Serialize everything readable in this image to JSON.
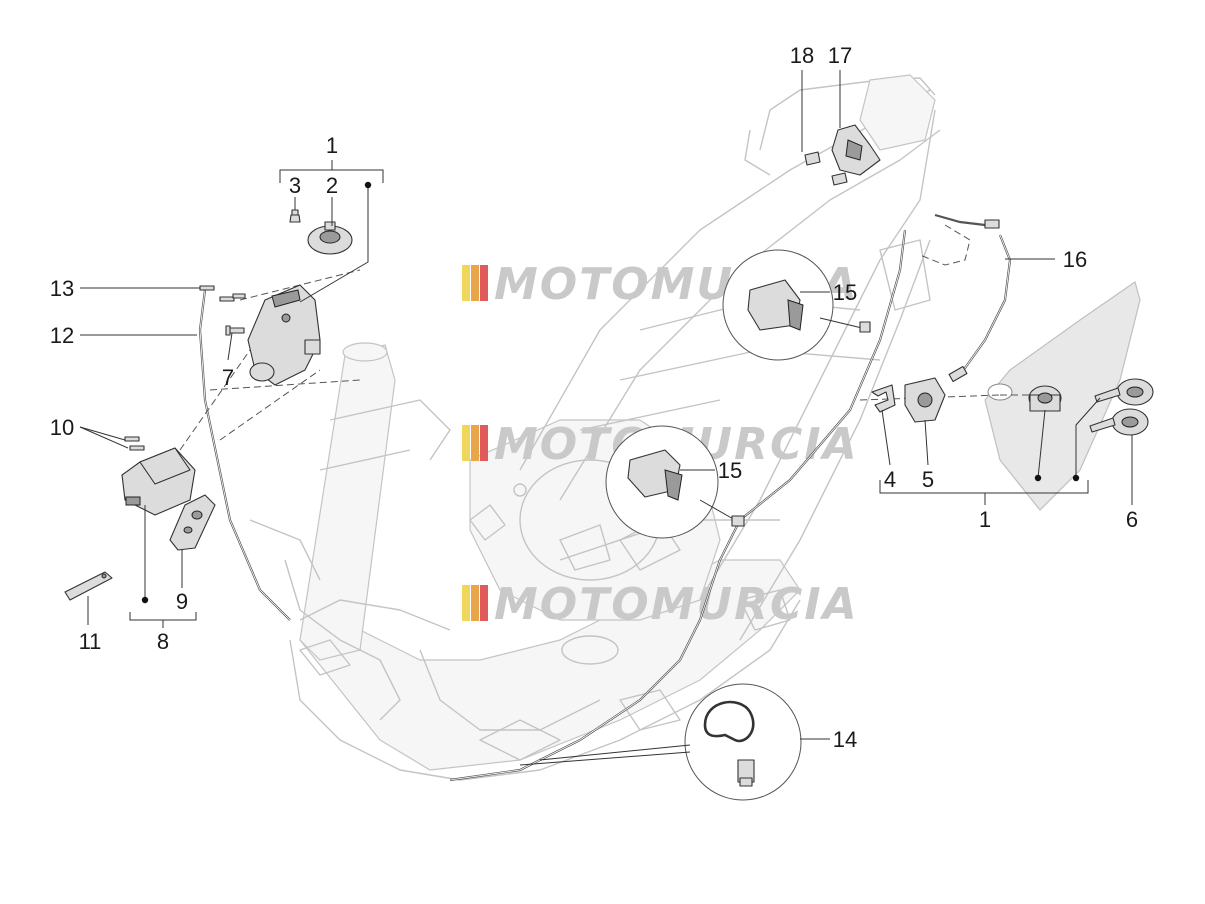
{
  "watermark": {
    "text": "MOTOMURCIA",
    "stripe_colors": [
      "#f0d65a",
      "#e9a54a",
      "#e05a5a",
      "#c9c9c9"
    ]
  },
  "callouts": [
    {
      "id": "1a",
      "text": "1"
    },
    {
      "id": "2",
      "text": "2"
    },
    {
      "id": "3",
      "text": "3"
    },
    {
      "id": "7",
      "text": "7"
    },
    {
      "id": "13",
      "text": "13"
    },
    {
      "id": "12",
      "text": "12"
    },
    {
      "id": "10",
      "text": "10"
    },
    {
      "id": "11",
      "text": "11"
    },
    {
      "id": "8",
      "text": "8"
    },
    {
      "id": "9",
      "text": "9"
    },
    {
      "id": "18",
      "text": "18"
    },
    {
      "id": "17",
      "text": "17"
    },
    {
      "id": "16",
      "text": "16"
    },
    {
      "id": "15a",
      "text": "15"
    },
    {
      "id": "15b",
      "text": "15"
    },
    {
      "id": "4",
      "text": "4"
    },
    {
      "id": "5",
      "text": "5"
    },
    {
      "id": "1b",
      "text": "1"
    },
    {
      "id": "6",
      "text": "6"
    },
    {
      "id": "14",
      "text": "14"
    }
  ]
}
